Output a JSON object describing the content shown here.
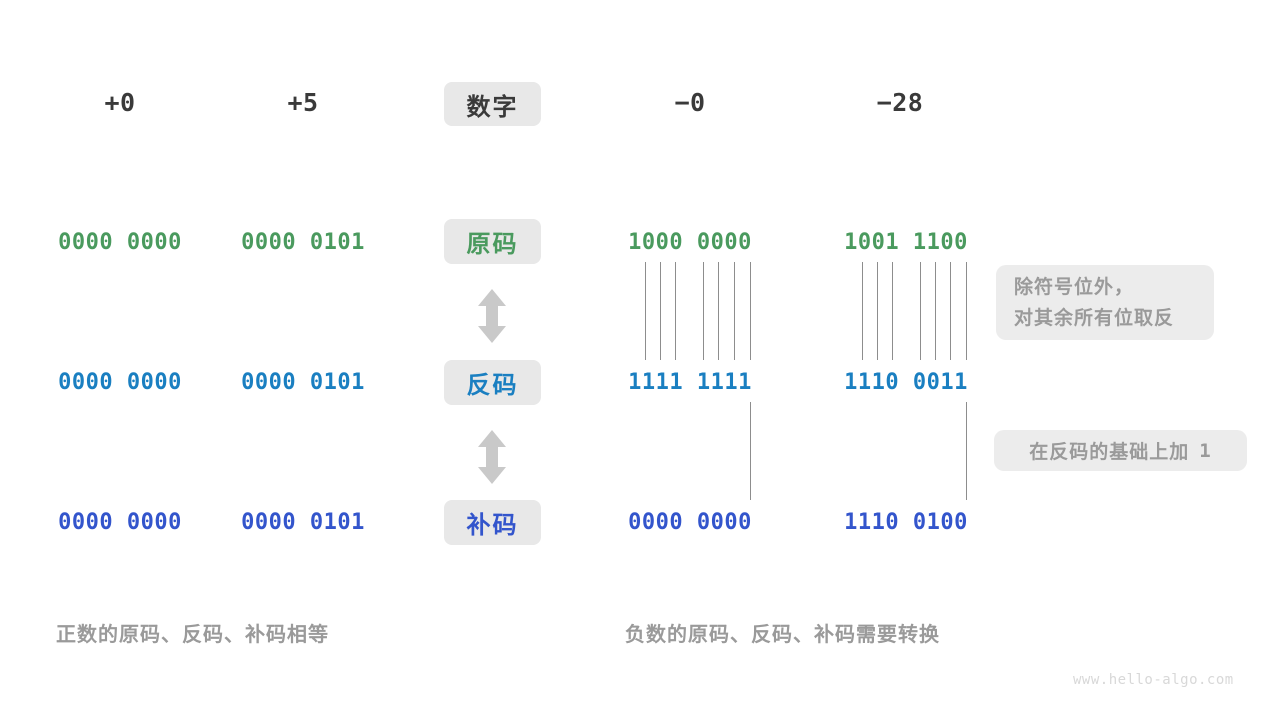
{
  "colors": {
    "background": "#ffffff",
    "pill_bg": "#e8e8e8",
    "note_bg": "#ececec",
    "note_text": "#9a9a9a",
    "caption_text": "#9a9a9a",
    "header_text": "#3a3a3a",
    "true_form_green": "#4a9a5e",
    "ones_complement_blue": "#1a7fc1",
    "twos_complement_indigo": "#3355cc",
    "line_gray": "#8d8d8d",
    "arrow_gray": "#c9c9c9",
    "watermark": "#d8d8d8"
  },
  "header": {
    "row_label": "数字",
    "columns": [
      {
        "label": "+0",
        "sign": "positive"
      },
      {
        "label": "+5",
        "sign": "positive"
      },
      {
        "label": "−0",
        "sign": "negative"
      },
      {
        "label": "−28",
        "sign": "negative"
      }
    ]
  },
  "rows": [
    {
      "key": "true_form",
      "label": "原码",
      "color": "green",
      "values": [
        "0000 0000",
        "0000 0101",
        "1000 0000",
        "1001 1100"
      ]
    },
    {
      "key": "ones_complement",
      "label": "反码",
      "color": "blue",
      "values": [
        "0000 0000",
        "0000 0101",
        "1111 1111",
        "1110 0011"
      ]
    },
    {
      "key": "twos_complement",
      "label": "补码",
      "color": "indigo",
      "values": [
        "0000 0000",
        "0000 0101",
        "0000 0000",
        "1110 0100"
      ]
    }
  ],
  "arrows": [
    {
      "name": "arrow-true-to-ones",
      "glyph": "up-down-arrow"
    },
    {
      "name": "arrow-ones-to-twos",
      "glyph": "up-down-arrow"
    }
  ],
  "notes": [
    {
      "key": "invert_note",
      "lines": [
        "除符号位外，",
        "对其余所有位取反"
      ]
    },
    {
      "key": "add_one_note",
      "text_before": "在反码的基础上加",
      "mono_value": "1"
    }
  ],
  "captions": {
    "left": "正数的原码、反码、补码相等",
    "right": "负数的原码、反码、补码需要转换"
  },
  "watermark": "www.hello-algo.com",
  "chart_data": {
    "type": "table",
    "title": "原码、反码、补码对照表",
    "row_header_label": "数字",
    "columns": [
      "+0",
      "+5",
      "−0",
      "−28"
    ],
    "rows": [
      {
        "name": "原码",
        "values": [
          "0000 0000",
          "0000 0101",
          "1000 0000",
          "1001 1100"
        ]
      },
      {
        "name": "反码",
        "values": [
          "0000 0000",
          "0000 0101",
          "1111 1111",
          "1110 0011"
        ]
      },
      {
        "name": "补码",
        "values": [
          "0000 0000",
          "0000 0101",
          "0000 0000",
          "1110 0100"
        ]
      }
    ],
    "annotations": [
      "除符号位外，对其余所有位取反",
      "在反码的基础上加 1",
      "正数的原码、反码、补码相等",
      "负数的原码、反码、补码需要转换"
    ]
  }
}
